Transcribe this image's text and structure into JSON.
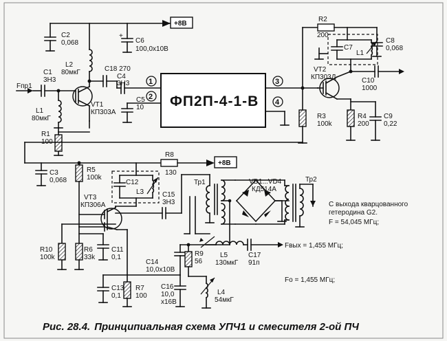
{
  "diagram": {
    "block_label": "ФП2П-4-1-В",
    "block_pins": [
      "1",
      "2",
      "3",
      "4"
    ],
    "caption_num": "Рис. 28.4.",
    "caption_text": "Принципиальная схема УПЧ1 и смесителя 2-ой ПЧ",
    "input_label": "Fпр1",
    "supply1": "+8В",
    "supply2": "+8В",
    "out_label": "Fвых = 1,455 МГц;",
    "fo_label": "Fo = 1,455 МГц;",
    "g2_line1": "С выхода кварцованного",
    "g2_line2": "гетеродина G2.",
    "g2_line3": "F = 54,045 МГц;",
    "parts": {
      "c1": [
        "C1",
        "3Н3"
      ],
      "c2": [
        "C2",
        "0,068"
      ],
      "l2": [
        "L2",
        "80мкГ"
      ],
      "c6": [
        "C6",
        "100,0х10В"
      ],
      "c18": "C18 270",
      "c4": [
        "C4",
        "3Н3"
      ],
      "l1": [
        "L1",
        "80мкГ"
      ],
      "vt1": [
        "VT1",
        "КП303А"
      ],
      "r1": [
        "R1",
        "100"
      ],
      "c5": [
        "C5",
        "10"
      ],
      "r2": [
        "R2",
        "200"
      ],
      "c7": "C7",
      "l1b": "L1",
      "c8": [
        "C8",
        "0,068"
      ],
      "vt2": [
        "VT2",
        "КП303Д"
      ],
      "c10": [
        "C10",
        "1000"
      ],
      "r3": [
        "R3",
        "100k"
      ],
      "r4": [
        "R4",
        "200"
      ],
      "c9": [
        "C9",
        "0,22"
      ],
      "c3": [
        "C3",
        "0,068"
      ],
      "r5": [
        "R5",
        "100k"
      ],
      "r8": [
        "R8",
        "130"
      ],
      "c12": "C12",
      "l3": "L3",
      "vt3": [
        "VT3",
        "КП306А"
      ],
      "c15": [
        "C15",
        "3Н3"
      ],
      "tp1": "Тр1",
      "vd": [
        "VD1...VD4",
        "КД514А"
      ],
      "tp2": "Тр2",
      "r10": [
        "R10",
        "100k"
      ],
      "r6": [
        "R6",
        "33k"
      ],
      "c11": [
        "C11",
        "0,1"
      ],
      "c14": [
        "C14",
        "10,0х10В"
      ],
      "r9": [
        "R9",
        "56"
      ],
      "l5": [
        "L5",
        "130мкГ"
      ],
      "c17": [
        "C17",
        "91п"
      ],
      "c13": [
        "C13",
        "0,1"
      ],
      "r7": [
        "R7",
        "100"
      ],
      "c16": [
        "C16",
        "10,0",
        "х16В"
      ],
      "l4": [
        "L4",
        "54мкГ"
      ]
    }
  }
}
